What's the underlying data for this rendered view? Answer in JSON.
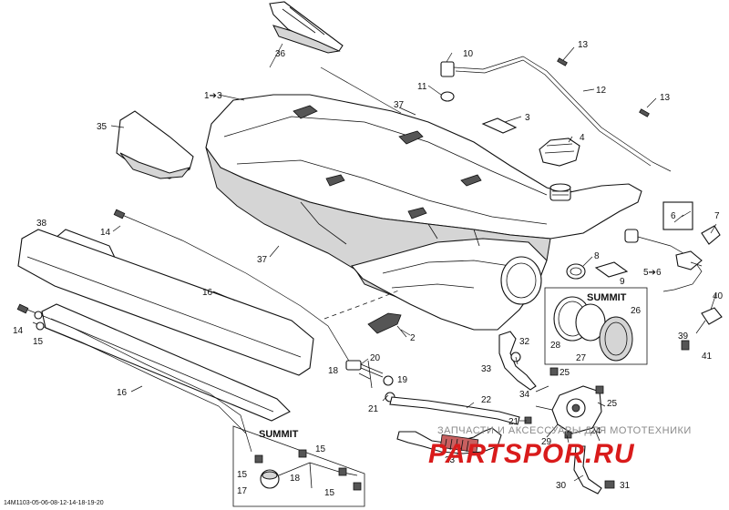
{
  "diagram": {
    "reference_code": "14M1103-05-06-08-12-14-18-19-20",
    "summit_labels": [
      "SUMMIT",
      "SUMMIT"
    ],
    "watermark": {
      "tagline": "ЗАПЧАСТИ И АКСЕССУАРЫ ДЛЯ МОТОТЕХНИКИ",
      "brand": "PARTSPOR.RU",
      "color": "#d91b1b"
    },
    "callouts": [
      {
        "id": "c36",
        "text": "36"
      },
      {
        "id": "c1to3",
        "text": "1➔3"
      },
      {
        "id": "c35",
        "text": "35"
      },
      {
        "id": "c37a",
        "text": "37"
      },
      {
        "id": "c10",
        "text": "10"
      },
      {
        "id": "c11",
        "text": "11"
      },
      {
        "id": "c13a",
        "text": "13"
      },
      {
        "id": "c12",
        "text": "12"
      },
      {
        "id": "c13b",
        "text": "13"
      },
      {
        "id": "c3",
        "text": "3"
      },
      {
        "id": "c4",
        "text": "4"
      },
      {
        "id": "c38",
        "text": "38"
      },
      {
        "id": "c14a",
        "text": "14"
      },
      {
        "id": "c37b",
        "text": "37"
      },
      {
        "id": "c16a",
        "text": "16"
      },
      {
        "id": "c2",
        "text": "2"
      },
      {
        "id": "c6",
        "text": "6"
      },
      {
        "id": "c7",
        "text": "7"
      },
      {
        "id": "c8",
        "text": "8"
      },
      {
        "id": "c9",
        "text": "9"
      },
      {
        "id": "c5to6",
        "text": "5➔6"
      },
      {
        "id": "c40",
        "text": "40"
      },
      {
        "id": "c26",
        "text": "26"
      },
      {
        "id": "c28",
        "text": "28"
      },
      {
        "id": "c27",
        "text": "27"
      },
      {
        "id": "c39",
        "text": "39"
      },
      {
        "id": "c41",
        "text": "41"
      },
      {
        "id": "c14b",
        "text": "14"
      },
      {
        "id": "c15a",
        "text": "15"
      },
      {
        "id": "c32",
        "text": "32"
      },
      {
        "id": "c33",
        "text": "33"
      },
      {
        "id": "c25a",
        "text": "25"
      },
      {
        "id": "c20",
        "text": "20"
      },
      {
        "id": "c18",
        "text": "18"
      },
      {
        "id": "c19",
        "text": "19"
      },
      {
        "id": "c16b",
        "text": "16"
      },
      {
        "id": "c21a",
        "text": "21"
      },
      {
        "id": "c34",
        "text": "34"
      },
      {
        "id": "c22",
        "text": "22"
      },
      {
        "id": "c25b",
        "text": "25"
      },
      {
        "id": "c21b",
        "text": "21"
      },
      {
        "id": "c24",
        "text": "24"
      },
      {
        "id": "c29",
        "text": "29"
      },
      {
        "id": "c23",
        "text": "23"
      },
      {
        "id": "c15b",
        "text": "15"
      },
      {
        "id": "c15c",
        "text": "15"
      },
      {
        "id": "c17",
        "text": "17"
      },
      {
        "id": "c18b",
        "text": "18"
      },
      {
        "id": "c15d",
        "text": "15"
      },
      {
        "id": "c30",
        "text": "30"
      },
      {
        "id": "c31",
        "text": "31"
      }
    ]
  }
}
